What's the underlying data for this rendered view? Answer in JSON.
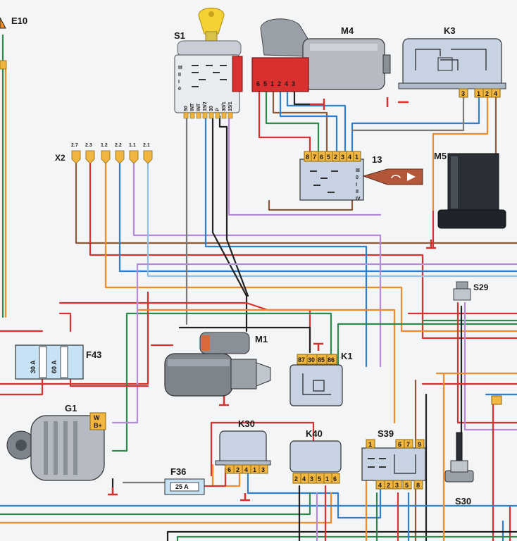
{
  "components": {
    "e10": "E10",
    "s1": "S1",
    "m4": "M4",
    "k3": "K3",
    "x2": "X2",
    "n13": "13",
    "m5": "M5",
    "s29": "S29",
    "m1": "M1",
    "k1": "K1",
    "f43": "F43",
    "g1": "G1",
    "k30": "K30",
    "k40": "K40",
    "s39": "S39",
    "f36": "F36",
    "s30": "S30"
  },
  "s1_switch": {
    "side_marks": [
      "III",
      "II",
      "I",
      "0"
    ],
    "terminals": [
      "50",
      "INT",
      "INT",
      "15/2",
      "30",
      "P",
      "30/1",
      "15/1"
    ]
  },
  "m4_pins": [
    "6",
    "5",
    "1",
    "2",
    "4",
    "3"
  ],
  "k3_pins": [
    "3",
    "1",
    "2",
    "4"
  ],
  "x2_pins": [
    "2.7",
    "2.3",
    "1.2",
    "2.2",
    "1.1",
    "2.1"
  ],
  "switch13": {
    "pins": [
      "8",
      "7",
      "6",
      "5",
      "2",
      "3",
      "4",
      "1"
    ],
    "side_marks": [
      "III",
      "0",
      "I",
      "II",
      "IV"
    ]
  },
  "k1_pins": [
    "87",
    "30",
    "85",
    "86"
  ],
  "f43_fuses": [
    "30 A",
    "60 A"
  ],
  "g1_terminals": [
    "W",
    "B+"
  ],
  "k30_pins": [
    "6",
    "2",
    "4",
    "1",
    "3"
  ],
  "k40_pins": [
    "2",
    "4",
    "3",
    "5",
    "1",
    "6"
  ],
  "s39_pins_top": [
    "1",
    "6",
    "7",
    "9"
  ],
  "s39_pins_bottom": [
    "4",
    "2",
    "3",
    "5",
    "8"
  ],
  "f36_fuse": "25 A",
  "colors": {
    "red": "#d8302f",
    "blue": "#2f7fd0",
    "orange": "#f08a2a",
    "green": "#2c8a4a",
    "violet": "#b58ad8",
    "black": "#222222",
    "brown": "#8a5a3a",
    "gray": "#7a7a7a",
    "pale_blue": "#8fc0ea",
    "connector": "#f2b640"
  }
}
